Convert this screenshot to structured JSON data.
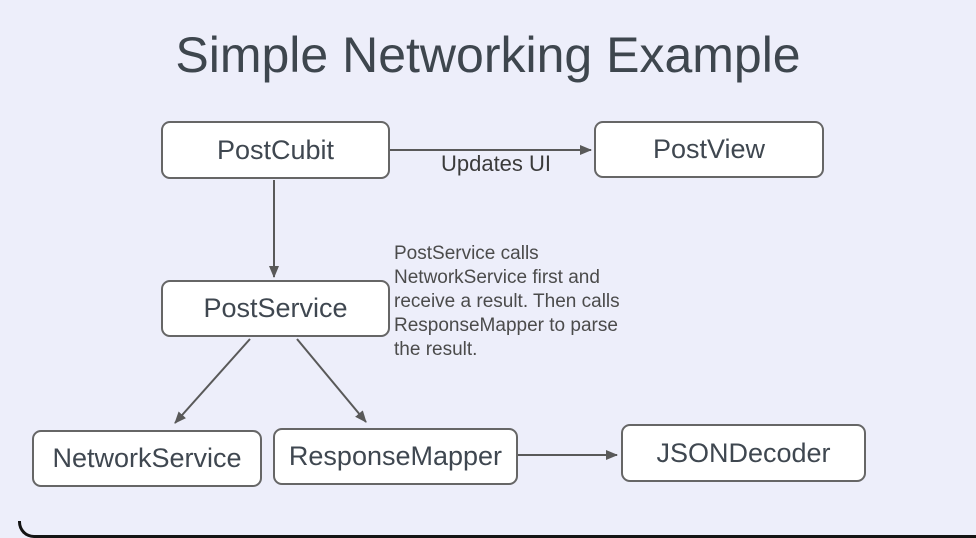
{
  "diagram": {
    "title": "Simple Networking Example",
    "nodes": [
      {
        "id": "postcubit",
        "label": "PostCubit"
      },
      {
        "id": "postview",
        "label": "PostView"
      },
      {
        "id": "postservice",
        "label": "PostService"
      },
      {
        "id": "networkservice",
        "label": "NetworkService"
      },
      {
        "id": "responsemapper",
        "label": "ResponseMapper"
      },
      {
        "id": "jsondecoder",
        "label": "JSONDecoder"
      }
    ],
    "edges": [
      {
        "from": "PostCubit",
        "to": "PostView",
        "label": "Updates UI"
      },
      {
        "from": "PostCubit",
        "to": "PostService",
        "label": ""
      },
      {
        "from": "PostService",
        "to": "NetworkService",
        "label": ""
      },
      {
        "from": "PostService",
        "to": "ResponseMapper",
        "label": ""
      },
      {
        "from": "ResponseMapper",
        "to": "JSONDecoder",
        "label": ""
      }
    ],
    "annotation": "PostService calls\nNetworkService first and\nreceive a result. Then calls\nResponseMapper to parse\nthe result.",
    "colors": {
      "background": "#EDEEFA",
      "node_fill": "#FFFFFF",
      "node_border": "#666666",
      "node_text": "#3F4750",
      "title_text": "#3E464E",
      "arrow": "#595959",
      "annotation_text": "#4B4B4B",
      "frame_edge": "#141414"
    }
  }
}
